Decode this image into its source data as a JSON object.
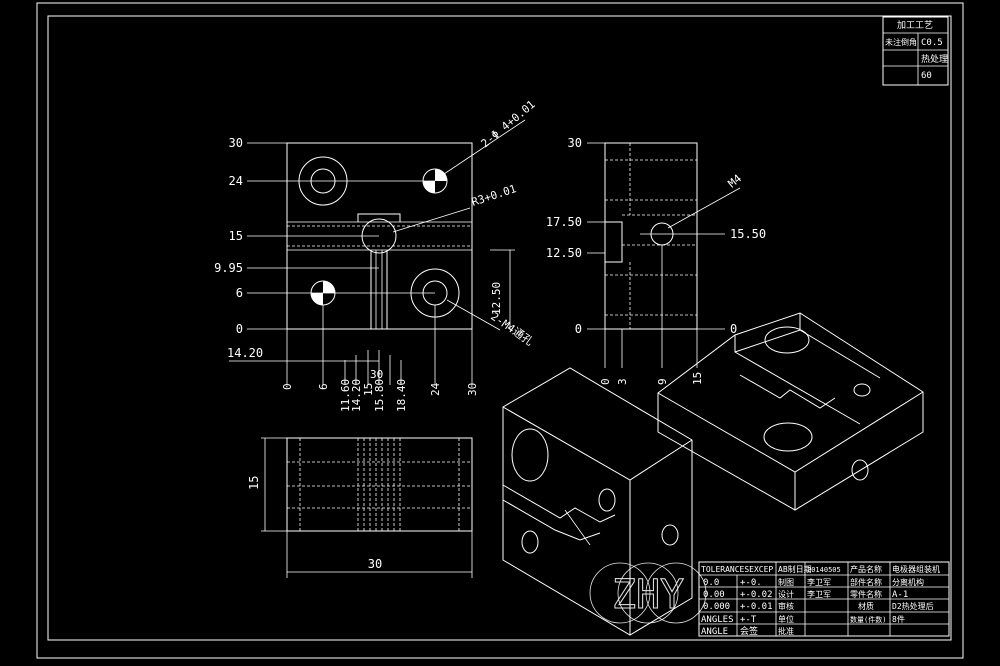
{
  "colors": {
    "background": "#000000",
    "lines": "#ffffff"
  },
  "note_box": {
    "title": "加工工艺",
    "unmarked_label": "未注倒角",
    "unmarked_value": "C0.5",
    "heat_label": "热处理",
    "heat_value": "60"
  },
  "front_view": {
    "y_labels": [
      "30",
      "24",
      "15",
      "9.95",
      "6",
      "0",
      "14.20"
    ],
    "x_labels": [
      "0",
      "6",
      "11.60",
      "14.20",
      "15",
      "15.80",
      "18.40",
      "24",
      "30"
    ],
    "mid_30": "30",
    "hole_callout": "2-Φ 4+0.01",
    "radius_callout": "R3+0.01",
    "thread_callout": "2-M4通孔",
    "dim_12_50": "12.50"
  },
  "side_view": {
    "y_labels": [
      "30",
      "17.50",
      "12.50",
      "0"
    ],
    "right_labels": [
      "15.50",
      "0"
    ],
    "x_labels": [
      "0",
      "3",
      "9",
      "15"
    ],
    "thread_callout": "M4"
  },
  "bottom_view": {
    "height_label": "15",
    "width_label": "30"
  },
  "watermark": "ZHY",
  "title_block": {
    "tol_header": "TOLERANCESEXCEP",
    "tol_rows": [
      [
        "0.0",
        "+-0."
      ],
      [
        "0.00",
        "+-0.02"
      ],
      [
        "0.000",
        "+-0.01"
      ],
      [
        "ANGLES",
        "+-T"
      ],
      [
        "ANGLE",
        "会签"
      ]
    ],
    "col3": [
      "AB制日期",
      "制图",
      "设计",
      "审核",
      "单位",
      "批准"
    ],
    "col4": [
      "20140505",
      "李卫军",
      "李卫军",
      "",
      "",
      ""
    ],
    "col5": [
      "产品名称",
      "部件名称",
      "零件名称",
      "材质",
      "数量(件数)",
      ""
    ],
    "col6": [
      "电极器组装机",
      "分离机构",
      "A-1",
      "D2热处理后",
      "8件",
      ""
    ]
  }
}
